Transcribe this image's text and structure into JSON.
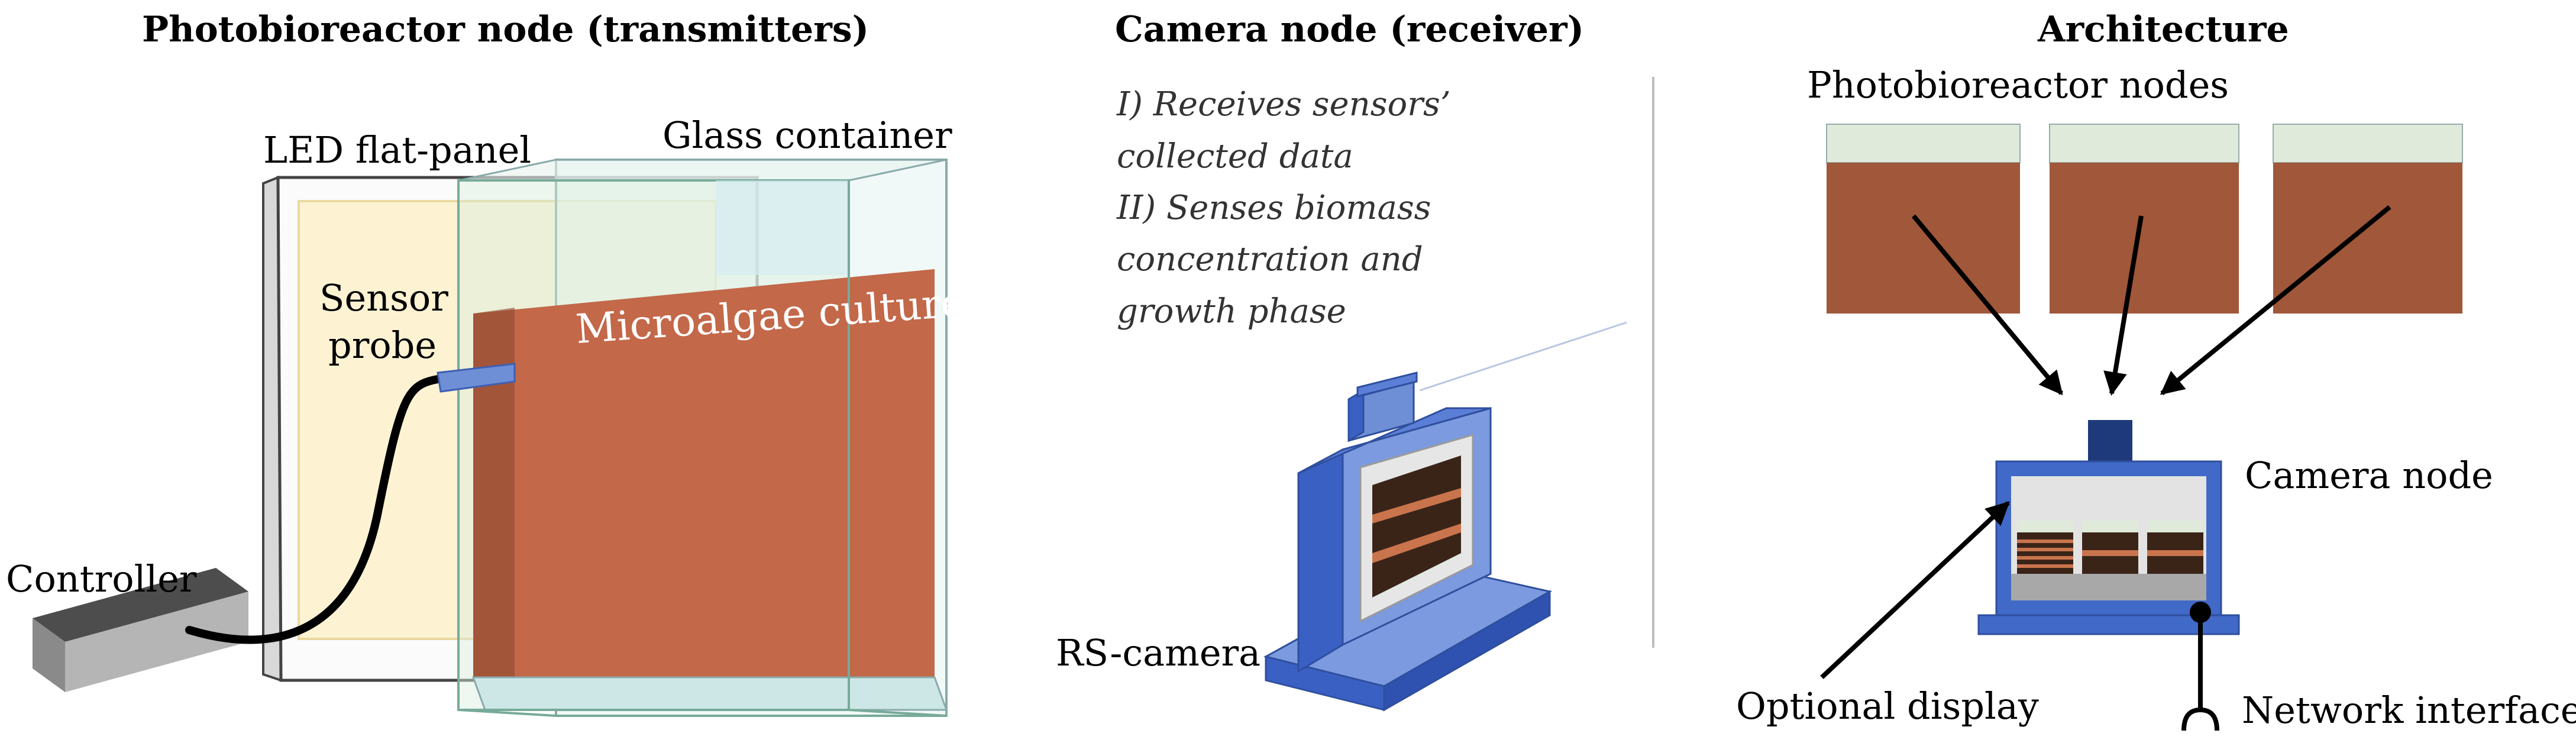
{
  "titles": {
    "photobioreactor": "Photobioreactor node (transmitters)",
    "camera": "Camera node (receiver)",
    "architecture": "Architecture"
  },
  "left_panel": {
    "led_panel": "LED flat-panel",
    "glass_container": "Glass container",
    "sensor_probe_line1": "Sensor",
    "sensor_probe_line2": "probe",
    "microalgae_culture": "Microalgae culture",
    "controller": "Controller"
  },
  "middle_panel": {
    "function_lines": [
      "I) Receives sensors’",
      "collected data",
      "II) Senses biomass",
      "concentration and",
      "growth phase"
    ],
    "rs_camera": "RS-camera"
  },
  "right_panel": {
    "photobioreactor_nodes": "Photobioreactor nodes",
    "camera_node": "Camera node",
    "optional_display": "Optional display",
    "network_interface": "Network interface"
  },
  "colors": {
    "culture": "#a0573a",
    "culture_front": "#c96b4c",
    "led_panel_fill": "#fdf3d3",
    "camera_blue": "#4169c8",
    "camera_blue_light": "#7b9ae0",
    "node_top": "#dfeadb"
  },
  "icons": [
    "arrow-icon",
    "camera-icon",
    "antenna-icon",
    "cable-icon"
  ]
}
